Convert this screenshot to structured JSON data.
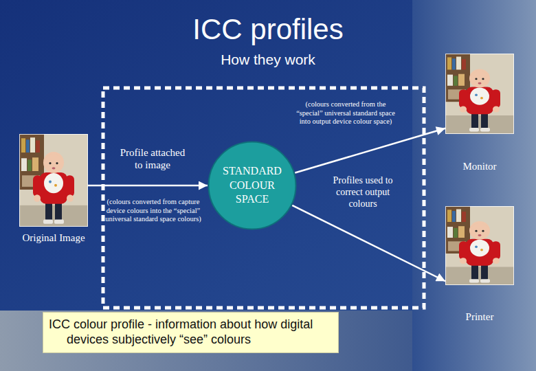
{
  "diagram": {
    "title": "ICC profiles",
    "nodes": [
      {
        "text": [
          "Original Image"
        ]
      },
      {
        "text": [
          "STANDARD COLOUR SPACE"
        ]
      },
      {
        "text": [
          "Monitor"
        ]
      },
      {
        "text": [
          "Printer"
        ]
      },
      {
        "text": [
          "ICC colour profile - information about how digital devices subjectively “see” colours"
        ]
      }
    ],
    "edges": [
      {
        "from": 0,
        "to": 1,
        "arrow": "to"
      },
      {
        "from": 1,
        "to": 2,
        "arrow": "to"
      },
      {
        "from": 1,
        "to": 3,
        "arrow": "to"
      }
    ],
    "labels": [
      "How they work",
      "(colours converted from the “special” universal standard space into output device colour space)",
      "Profile attached to image",
      "(colours converted from capture device colours into the “special” universal standard space colours)",
      "Profiles used to correct output colours"
    ]
  }
}
